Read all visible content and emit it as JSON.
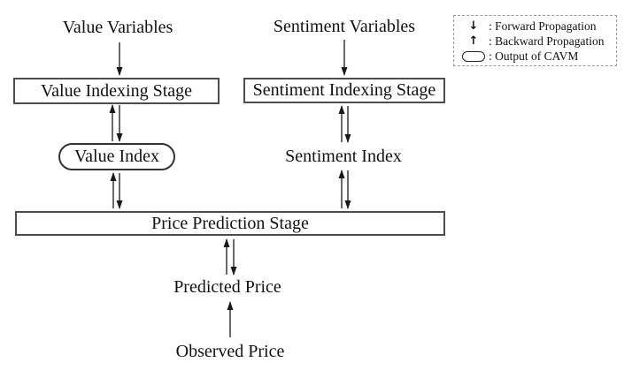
{
  "nodes": {
    "value_variables": "Value Variables",
    "sentiment_variables": "Sentiment Variables",
    "value_indexing_stage": "Value Indexing Stage",
    "sentiment_indexing_stage": "Sentiment Indexing Stage",
    "value_index": "Value Index",
    "sentiment_index": "Sentiment Index",
    "price_prediction_stage": "Price Prediction Stage",
    "predicted_price": "Predicted Price",
    "observed_price": "Observed Price"
  },
  "legend": {
    "forward_icon": "↓",
    "forward_label": ": Forward Propagation",
    "backward_icon": "↑",
    "backward_label": ": Backward Propagation",
    "output_shape": "stadium-outline",
    "output_label": ": Output of CAVM"
  },
  "edges": [
    {
      "from": "value_variables",
      "to": "value_indexing_stage",
      "type": "forward"
    },
    {
      "from": "sentiment_variables",
      "to": "sentiment_indexing_stage",
      "type": "forward"
    },
    {
      "from": "value_indexing_stage",
      "to": "value_index",
      "type": "bidirectional"
    },
    {
      "from": "sentiment_indexing_stage",
      "to": "sentiment_index",
      "type": "bidirectional"
    },
    {
      "from": "value_index",
      "to": "price_prediction_stage",
      "type": "bidirectional"
    },
    {
      "from": "sentiment_index",
      "to": "price_prediction_stage",
      "type": "bidirectional"
    },
    {
      "from": "price_prediction_stage",
      "to": "predicted_price",
      "type": "bidirectional"
    },
    {
      "from": "observed_price",
      "to": "predicted_price",
      "type": "backward"
    }
  ],
  "colors": {
    "line": "#1a1a1a",
    "box_border": "#4d4d4d",
    "stadium_border": "#333333",
    "legend_border": "#9a9a9a",
    "background": "#ffffff",
    "text": "#111111"
  }
}
